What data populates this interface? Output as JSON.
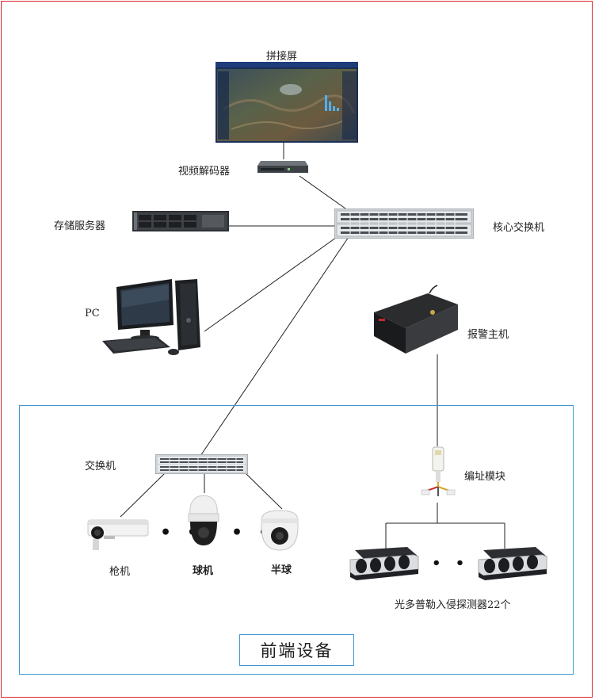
{
  "labels": {
    "splice_screen": "拼接屏",
    "video_decoder": "视频解码器",
    "storage_server": "存储服务器",
    "core_switch": "核心交换机",
    "pc": "PC",
    "alarm_host": "报警主机",
    "switch": "交换机",
    "address_module": "编址模块",
    "bullet_camera": "枪机",
    "dome_camera": "球机",
    "half_dome_camera": "半球",
    "detector": "光多普勒入侵探测器22个",
    "front_end": "前端设备"
  },
  "ellipsis_dots": "• •",
  "ellipsis_dots_long": "• • • •",
  "colors": {
    "frame": "#d9262c",
    "front_box": "#3f97d0",
    "wire": "#222222"
  }
}
